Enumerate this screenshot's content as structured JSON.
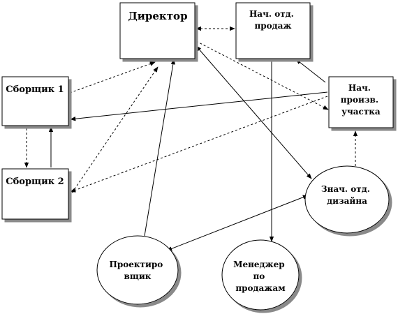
{
  "nodes": {
    "director": {
      "lines": [
        "Директор"
      ]
    },
    "sales_head": {
      "lines": [
        "Нач. отд.",
        "продаж"
      ]
    },
    "assembler1": {
      "lines": [
        "Сборщик 1"
      ]
    },
    "assembler2": {
      "lines": [
        "Сборщик 2"
      ]
    },
    "production_head": {
      "lines": [
        "Нач.",
        "произв.",
        "участка"
      ]
    },
    "design_head": {
      "lines": [
        "Знач. отд.",
        "дизайна"
      ]
    },
    "designer": {
      "lines": [
        "Проектиро",
        "вщик"
      ]
    },
    "sales_manager": {
      "lines": [
        "Менеджер",
        "по",
        "продажам"
      ]
    }
  },
  "edges": [
    {
      "from": "director",
      "to": "sales_head",
      "style": "dashed",
      "arrows": "both"
    },
    {
      "from": "assembler1",
      "to": "director",
      "style": "dashed",
      "arrows": "end"
    },
    {
      "from": "assembler2",
      "to": "director",
      "style": "dashed",
      "arrows": "end"
    },
    {
      "from": "designer",
      "to": "director",
      "style": "solid",
      "arrows": "end"
    },
    {
      "from": "director",
      "to": "design_head",
      "style": "solid",
      "arrows": "both"
    },
    {
      "from": "director",
      "to": "production_head",
      "style": "dashed",
      "arrows": "end"
    },
    {
      "from": "sales_head",
      "to": "sales_manager",
      "style": "solid",
      "arrows": "both"
    },
    {
      "from": "production_head",
      "to": "sales_head",
      "style": "solid",
      "arrows": "end"
    },
    {
      "from": "production_head",
      "to": "assembler1",
      "style": "solid",
      "arrows": "end"
    },
    {
      "from": "production_head",
      "to": "assembler2",
      "style": "dashed",
      "arrows": "end"
    },
    {
      "from": "design_head",
      "to": "production_head",
      "style": "dashed",
      "arrows": "end"
    },
    {
      "from": "assembler1",
      "to": "assembler2",
      "style": "dashed",
      "arrows": "end"
    },
    {
      "from": "assembler2",
      "to": "assembler1",
      "style": "solid",
      "arrows": "end"
    },
    {
      "from": "designer",
      "to": "design_head",
      "style": "solid",
      "arrows": "both"
    }
  ]
}
